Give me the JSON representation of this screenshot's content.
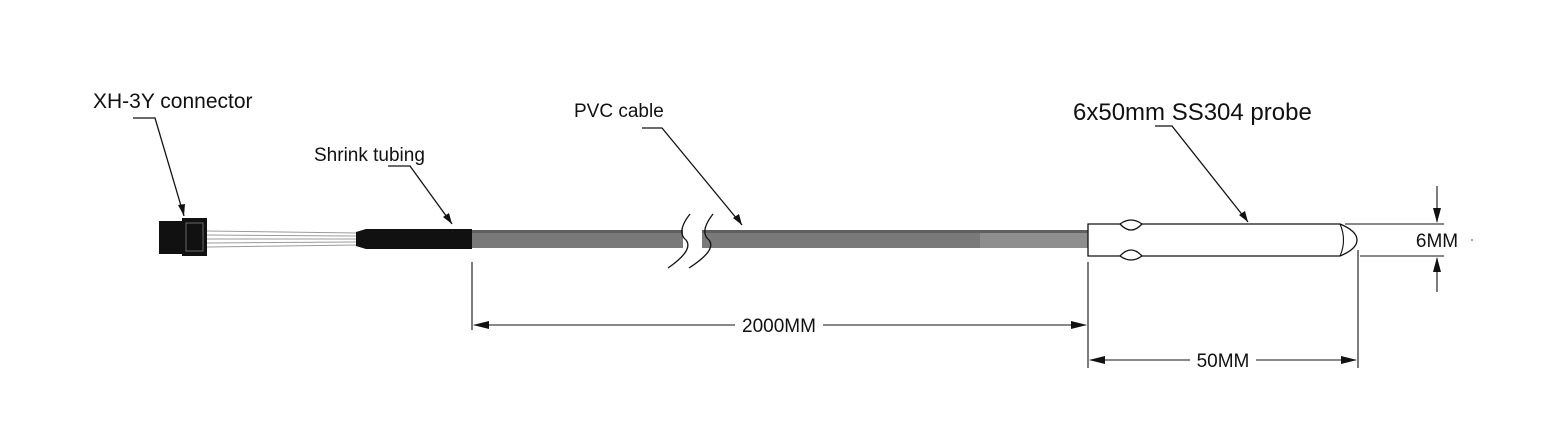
{
  "labels": {
    "connector": "XH-3Y connector",
    "shrink_tubing": "Shrink tubing",
    "cable": "PVC cable",
    "probe": "6x50mm SS304 probe"
  },
  "dimensions": {
    "cable_length": "2000MM",
    "probe_length": "50MM",
    "probe_diameter": "6MM"
  },
  "colors": {
    "cable": "#777777",
    "cable_light": "#8e8e8e",
    "tubing": "#111111",
    "connector": "#111111",
    "line": "#111111"
  }
}
